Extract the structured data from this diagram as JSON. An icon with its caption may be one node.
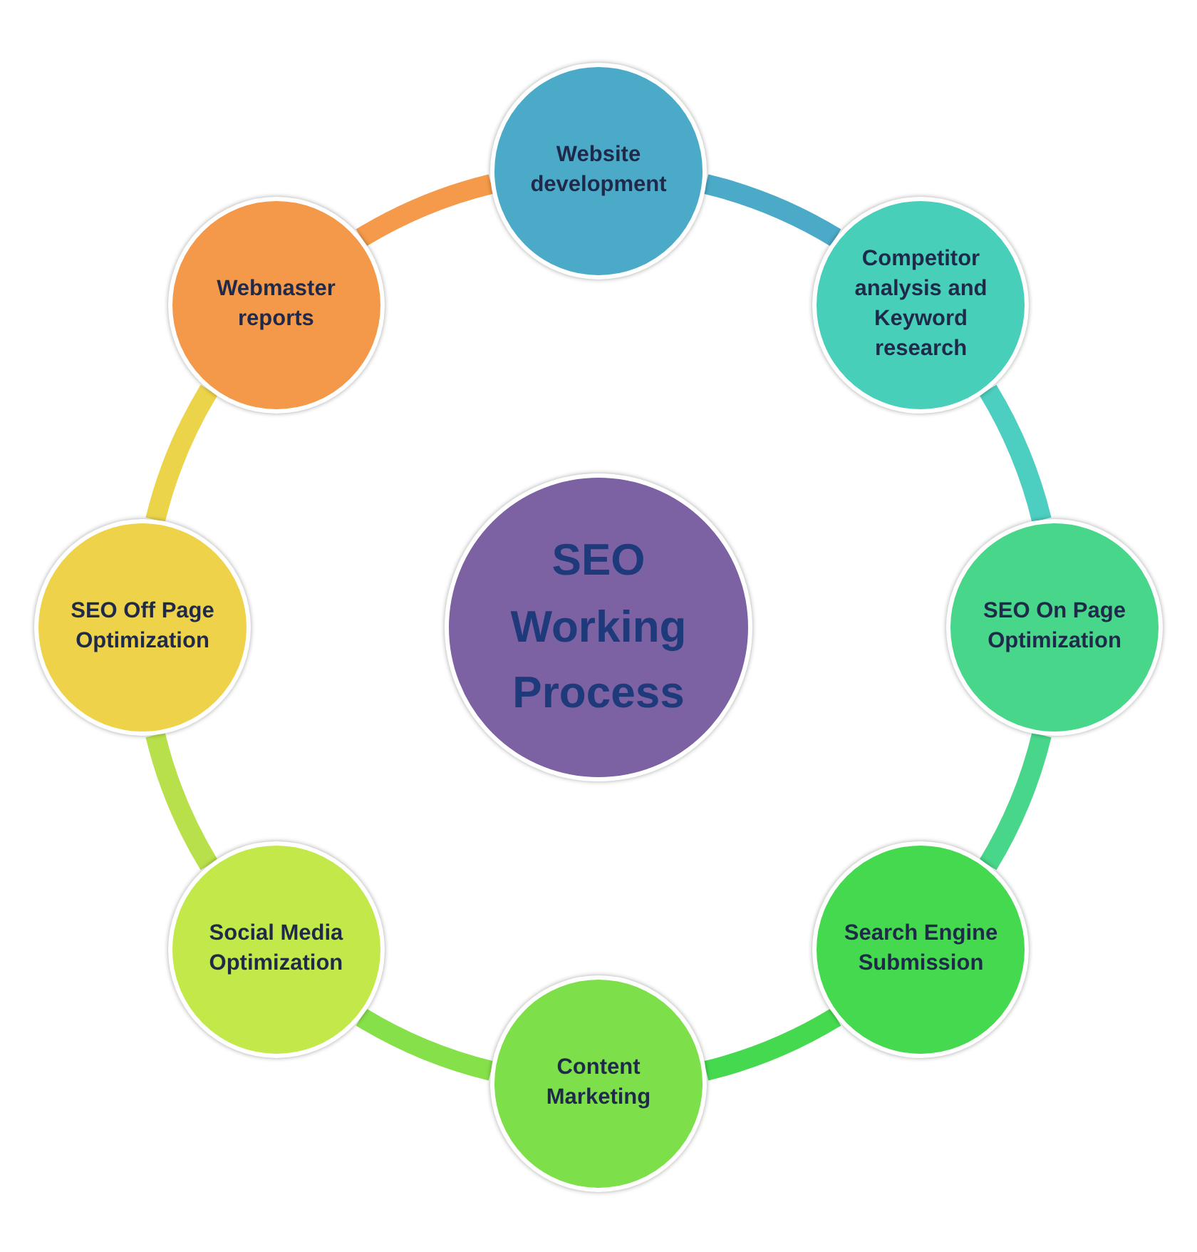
{
  "diagram": {
    "nodes": [
      {
        "text": [
          "Website development"
        ]
      },
      {
        "text": [
          "Competitor analysis and Keyword research"
        ]
      },
      {
        "text": [
          "SEO On Page Optimization"
        ]
      },
      {
        "text": [
          "Search Engine Submission"
        ]
      },
      {
        "text": [
          "Content Marketing"
        ]
      },
      {
        "text": [
          "Social Media Optimization"
        ]
      },
      {
        "text": [
          "SEO Off Page Optimization"
        ]
      },
      {
        "text": [
          "Webmaster reports"
        ]
      },
      {
        "text": [
          "SEO Working Process"
        ]
      }
    ],
    "edges": [
      {
        "from": 0,
        "to": 1,
        "arrow": "none",
        "color": "#4aaac8"
      },
      {
        "from": 1,
        "to": 2,
        "arrow": "none",
        "color": "#4ccfc0"
      },
      {
        "from": 2,
        "to": 3,
        "arrow": "none",
        "color": "#47d68a"
      },
      {
        "from": 3,
        "to": 4,
        "arrow": "none",
        "color": "#44d94e"
      },
      {
        "from": 4,
        "to": 5,
        "arrow": "none",
        "color": "#86e04a"
      },
      {
        "from": 5,
        "to": 6,
        "arrow": "none",
        "color": "#b8e04a"
      },
      {
        "from": 6,
        "to": 7,
        "arrow": "none",
        "color": "#ecd44a"
      },
      {
        "from": 7,
        "to": 0,
        "arrow": "none",
        "color": "#f49a4a"
      }
    ]
  }
}
